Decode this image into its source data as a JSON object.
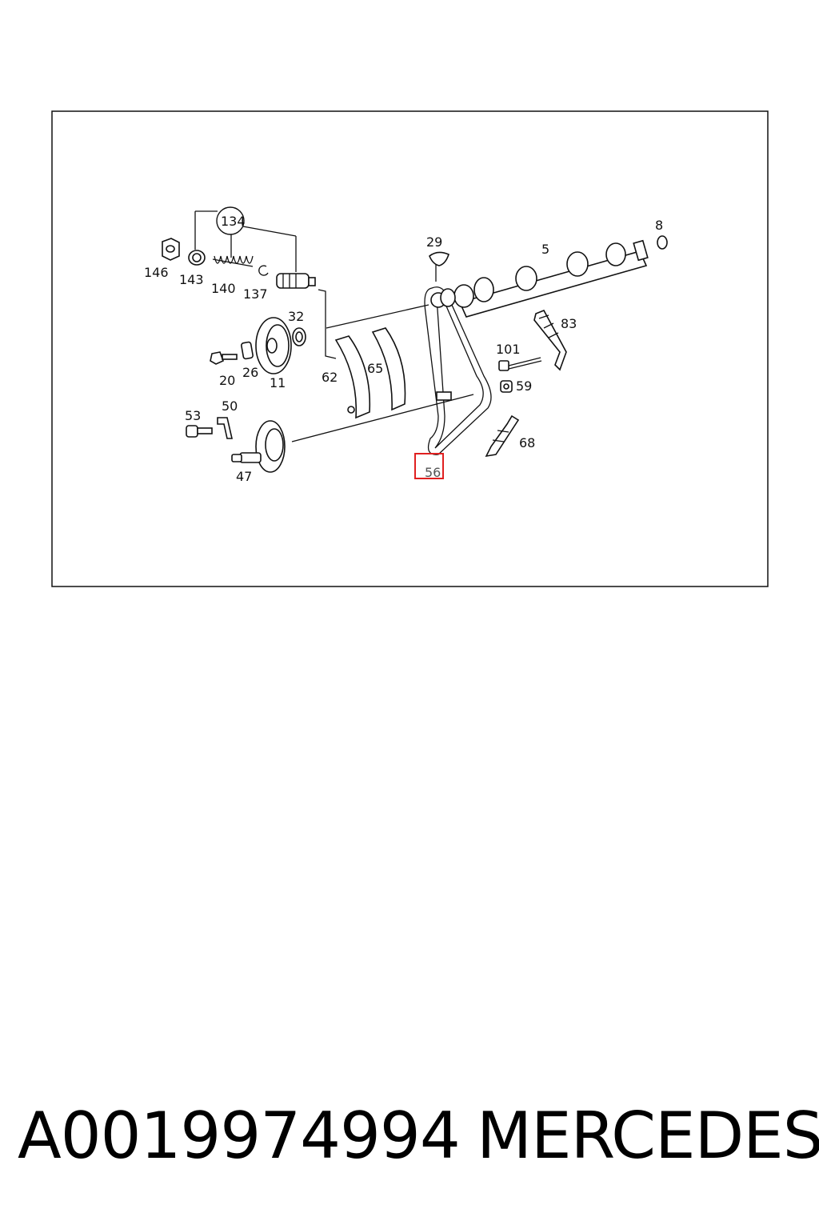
{
  "diagram": {
    "labels": [
      {
        "id": "134",
        "text": "134"
      },
      {
        "id": "146",
        "text": "146"
      },
      {
        "id": "143",
        "text": "143"
      },
      {
        "id": "140",
        "text": "140"
      },
      {
        "id": "137",
        "text": "137"
      },
      {
        "id": "29",
        "text": "29"
      },
      {
        "id": "5",
        "text": "5"
      },
      {
        "id": "8",
        "text": "8"
      },
      {
        "id": "32",
        "text": "32"
      },
      {
        "id": "83",
        "text": "83"
      },
      {
        "id": "101",
        "text": "101"
      },
      {
        "id": "20",
        "text": "20"
      },
      {
        "id": "26",
        "text": "26"
      },
      {
        "id": "11",
        "text": "11"
      },
      {
        "id": "62",
        "text": "62"
      },
      {
        "id": "65",
        "text": "65"
      },
      {
        "id": "59",
        "text": "59"
      },
      {
        "id": "53",
        "text": "53"
      },
      {
        "id": "50",
        "text": "50"
      },
      {
        "id": "68",
        "text": "68"
      },
      {
        "id": "56",
        "text": "56"
      },
      {
        "id": "47",
        "text": "47"
      }
    ],
    "highlighted_part": "56",
    "highlight_color": "#e02020"
  },
  "footer": {
    "part_number": "A0019974994",
    "brand": "MERCEDES"
  }
}
